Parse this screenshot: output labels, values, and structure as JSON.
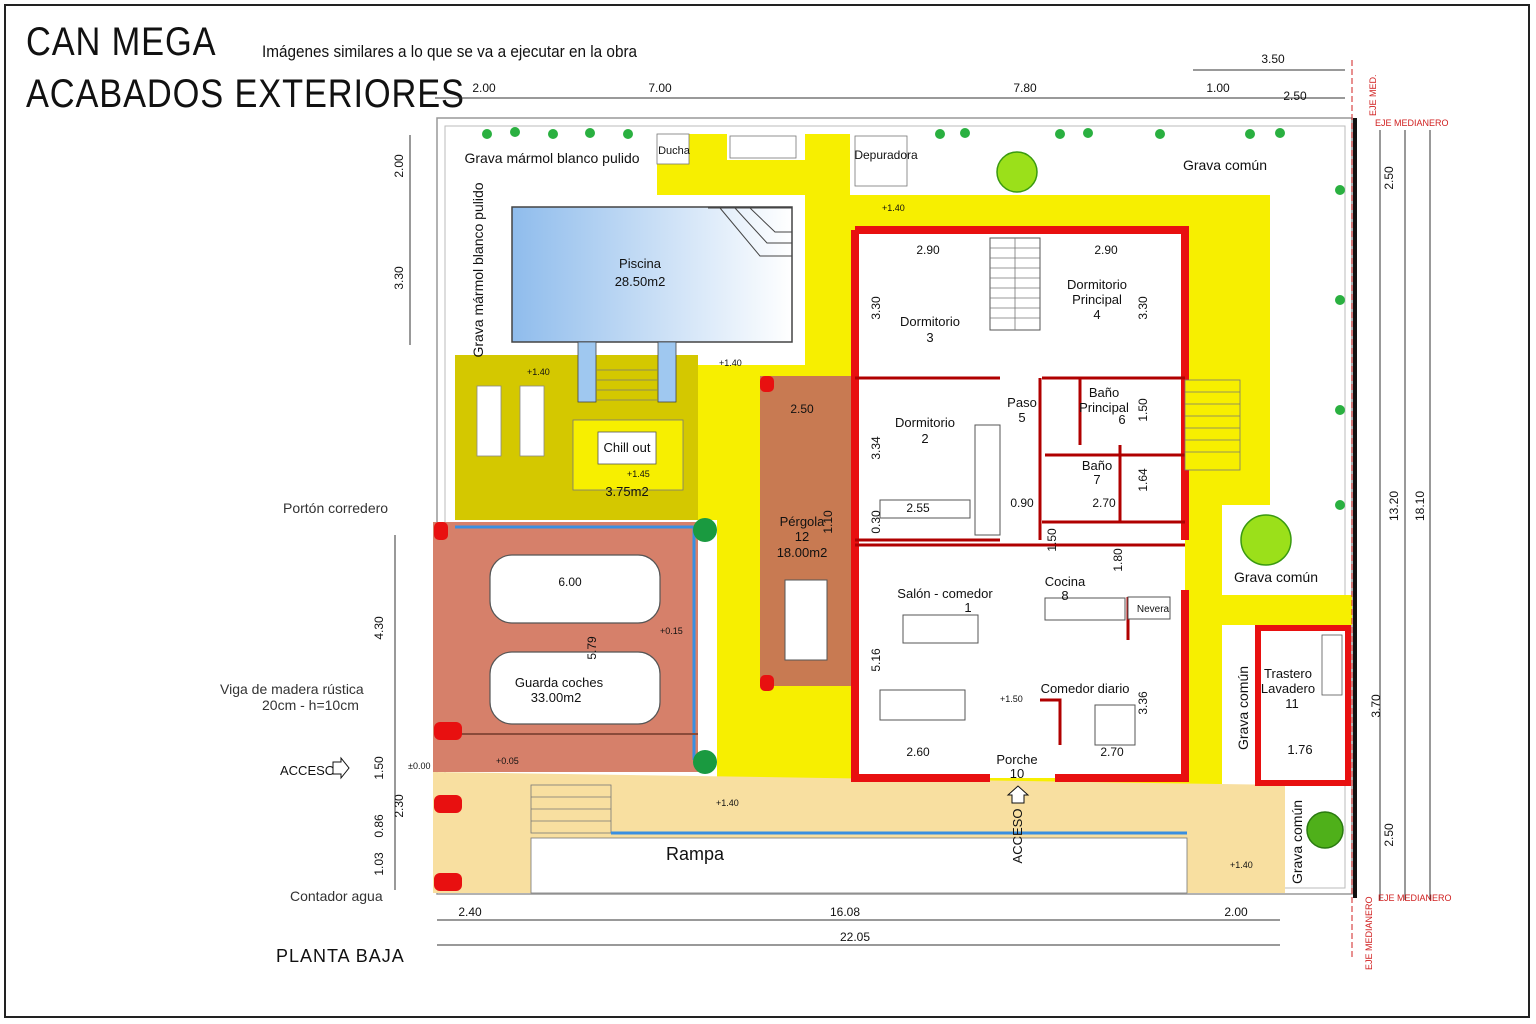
{
  "title_line1": "CAN MEGA",
  "title_line2": "ACABADOS EXTERIORES",
  "subtitle": "Imágenes similares a lo que se va a ejecutar en la obra",
  "plan_label": "PLANTA BAJA",
  "colors": {
    "yellow": "#f7ef00",
    "olive": "#d4c800",
    "terracotta": "#d6806a",
    "pergola": "#c87a52",
    "sand": "#f8dfa0",
    "wall_red": "#e81010",
    "pool_blue": "#9fc8f0",
    "dim_red": "#d02020"
  },
  "rooms": {
    "piscina": {
      "name": "Piscina",
      "area": "28.50m2"
    },
    "chill": {
      "name": "Chill out",
      "area": "3.75m2"
    },
    "ducha": "Ducha",
    "depuradora": "Depuradora",
    "grava_marmol_top": "Grava  mármol  blanco  pulido",
    "grava_marmol_side": "Grava  mármol  blanco  pulido",
    "grava_comun_top": "Grava  común",
    "grava_comun_right": "Grava  común",
    "grava_comun_vert": "Grava  común",
    "grava_comun_bottom": "Grava  común",
    "dorm3": {
      "name": "Dormitorio",
      "num": "3"
    },
    "dorm4": {
      "name": "Dormitorio\nPrincipal",
      "num": "4"
    },
    "dorm2": {
      "name": "Dormitorio",
      "num": "2"
    },
    "paso": {
      "name": "Paso",
      "num": "5"
    },
    "bano_principal": {
      "name": "Baño\nPrincipal",
      "num": "6"
    },
    "bano": {
      "name": "Baño",
      "num": "7"
    },
    "pergola": {
      "name": "Pérgola",
      "num": "12",
      "area": "18.00m2"
    },
    "salon": {
      "name": "Salón  -  comedor",
      "num": "1"
    },
    "cocina": {
      "name": "Cocina",
      "num": "8"
    },
    "nevera": "Nevera",
    "comedor_diario": "Comedor diario",
    "porche": {
      "name": "Porche",
      "num": "10"
    },
    "trastero": {
      "name": "Trastero\nLavadero",
      "num": "11",
      "dim": "1.76"
    },
    "guarda": {
      "name": "Guarda coches",
      "area": "33.00m2"
    },
    "rampa": "Rampa",
    "acceso_main": "ACCESO",
    "acceso_left": "ACCESO"
  },
  "annotations": {
    "porton": "Portón  corredero",
    "viga_1": "Viga  de  madera  rústica",
    "viga_2": "20cm  -  h=10cm",
    "contador": "Contador  agua",
    "eje_med": "EJE MED.",
    "eje_medianero": "EJE MEDIANERO"
  },
  "levels": {
    "l1": "+1.40",
    "l2": "+1.40",
    "l3": "+1.40",
    "l4": "+1.45",
    "l5": "+0.15",
    "l6": "+1.50",
    "l7": "±0.00",
    "l8": "+0.05",
    "l9": "+1.40",
    "l10": "+1.40"
  },
  "dims": {
    "top_2_00": "2.00",
    "top_7_00": "7.00",
    "top_7_80": "7.80",
    "top_1_00": "1.00",
    "top_2_50": "2.50",
    "top_3_50": "3.50",
    "left_2_00": "2.00",
    "left_3_30": "3.30",
    "left_4_30": "4.30",
    "left_1_50": "1.50",
    "left_2_30": "2.30",
    "left_0_86": "0.86",
    "left_1_03": "1.03",
    "right_2_50a": "2.50",
    "right_13_20": "13.20",
    "right_18_10": "18.10",
    "right_3_70": "3.70",
    "right_2_50b": "2.50",
    "bot_2_40": "2.40",
    "bot_16_08": "16.08",
    "bot_2_00": "2.00",
    "bot_22_05": "22.05",
    "d2_90a": "2.90",
    "d2_90b": "2.90",
    "d3_30a": "3.30",
    "d3_30b": "3.30",
    "d3_34": "3.34",
    "d2_55": "2.55",
    "d0_90": "0.90",
    "d2_70a": "2.70",
    "d1_64": "1.64",
    "d1_50a": "1.50",
    "d0_30": "0.30",
    "d1_50b": "1.50",
    "d1_80": "1.80",
    "d5_16": "5.16",
    "d2_60": "2.60",
    "d2_70b": "2.70",
    "d3_36": "3.36",
    "d2_50p": "2.50",
    "d1_10": "1.10",
    "d6_00": "6.00",
    "d5_79": "5.79"
  }
}
